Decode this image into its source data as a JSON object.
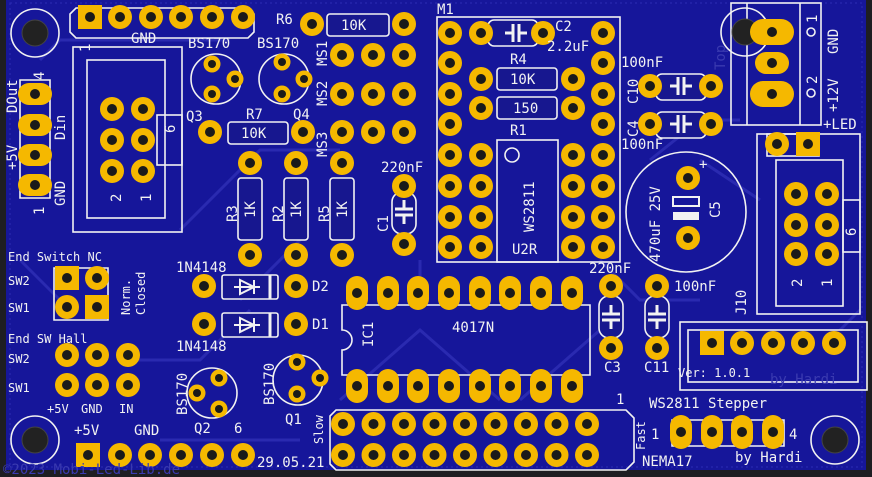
{
  "board": {
    "title": "WS2811 Stepper",
    "version": "Ver: 1.0.1",
    "author": "by Hardi",
    "date": "29.05.21",
    "copyright": "©2023 Mobi-Led-Lib.de",
    "top_marker": "Top",
    "watermark": "by Hardi",
    "colors": {
      "board": "#16169a",
      "pad": "#f5b800",
      "silk": "#f2f2f2",
      "hole": "#1a1a1a"
    }
  },
  "top_header": {
    "pin1": "1",
    "gnd": "GND"
  },
  "left_conn": {
    "dout": "DOut",
    "din": "Din",
    "v5": "+5V",
    "gnd": "GND",
    "pin4": "4",
    "pin1": "1"
  },
  "box6_left": {
    "pin6": "6",
    "pin2": "2",
    "pin1": "1"
  },
  "q3": {
    "type": "BS170",
    "ref": "Q3"
  },
  "q4": {
    "type": "BS170",
    "ref": "Q4"
  },
  "r6": {
    "ref": "R6",
    "value": "10K"
  },
  "r7": {
    "ref": "R7",
    "value": "10K"
  },
  "ms": [
    "MS1",
    "MS2",
    "MS3"
  ],
  "r3": {
    "ref": "R3",
    "value": "1K"
  },
  "r2": {
    "ref": "R2",
    "value": "1K"
  },
  "r5": {
    "ref": "R5",
    "value": "1K"
  },
  "c1": {
    "ref": "C1",
    "value": "220nF"
  },
  "m1": {
    "ref": "M1"
  },
  "c2": {
    "ref": "C2",
    "value": "2.2uF"
  },
  "r4": {
    "ref": "R4",
    "value": "10K"
  },
  "r1": {
    "ref": "R1",
    "value": "150"
  },
  "u2": {
    "type": "WS2811",
    "ref": "U2R"
  },
  "c10": {
    "ref": "C10",
    "value": "100nF"
  },
  "c4": {
    "ref": "C4",
    "value": "100nF"
  },
  "power": {
    "pin1": "1",
    "pin2": "2",
    "gnd": "GND",
    "v12": "+12V",
    "led": "+LED"
  },
  "c5": {
    "ref": "C5",
    "value": "470uF 25V",
    "plus": "+"
  },
  "j10": {
    "ref": "J10",
    "pin6": "6",
    "pin2": "2",
    "pin1": "1"
  },
  "end_switch": {
    "title": "End Switch NC",
    "sw2": "SW2",
    "sw1": "SW1",
    "note1": "Norm.",
    "note2": "Closed"
  },
  "end_hall": {
    "title": "End SW Hall",
    "sw2": "SW2",
    "sw1": "SW1",
    "v5": "+5V",
    "gnd": "GND",
    "in": "IN"
  },
  "bottom_header": {
    "v5": "+5V",
    "gnd": "GND"
  },
  "q2": {
    "type": "BS170",
    "ref": "Q2",
    "pin": "6"
  },
  "q1": {
    "type": "BS170",
    "ref": "Q1"
  },
  "d2": {
    "ref": "D2",
    "value": "1N4148"
  },
  "d1": {
    "ref": "D1",
    "value": "1N4148"
  },
  "ic1": {
    "ref": "IC1",
    "type": "4017N"
  },
  "speed_header": {
    "pin1": "1",
    "slow": "Slow",
    "fast": "Fast"
  },
  "c3": {
    "ref": "C3",
    "value": "220nF"
  },
  "c11": {
    "ref": "C11",
    "value": "100nF"
  },
  "nema": {
    "label": "NEMA17",
    "pin1": "1",
    "pin4": "4"
  }
}
